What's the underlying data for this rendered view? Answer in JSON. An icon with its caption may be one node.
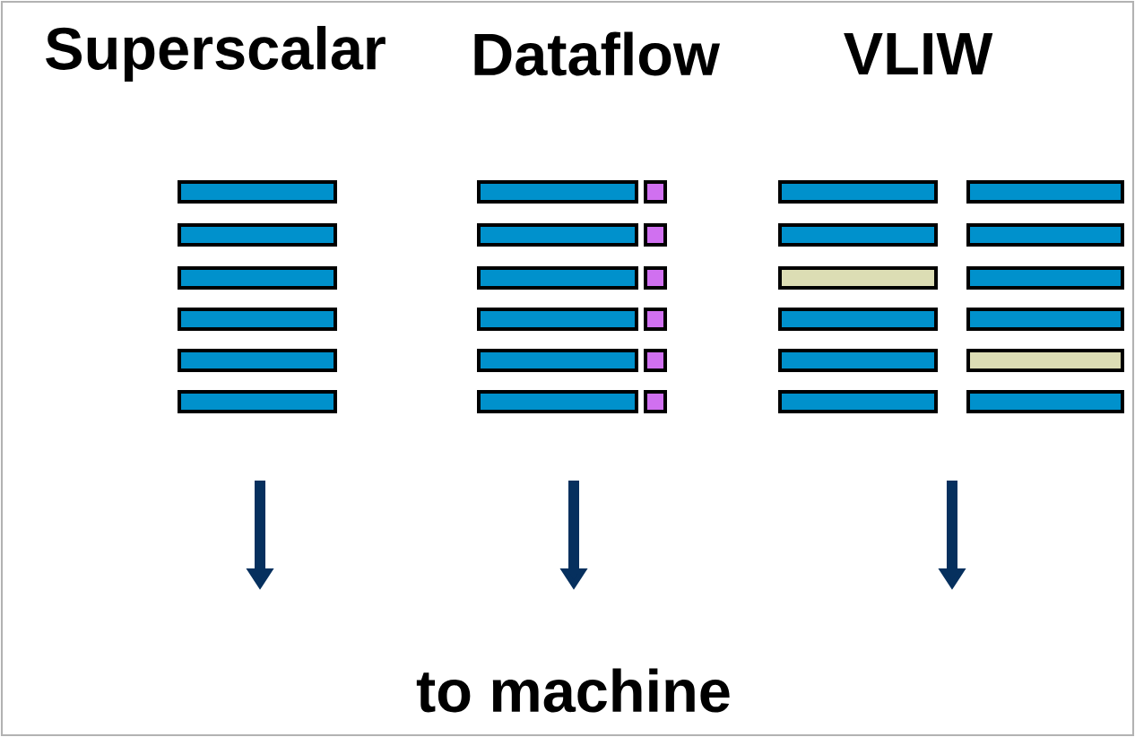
{
  "diagram": {
    "labels": [
      "Superscalar",
      "Dataflow",
      "VLIW",
      "to machine"
    ]
  }
}
